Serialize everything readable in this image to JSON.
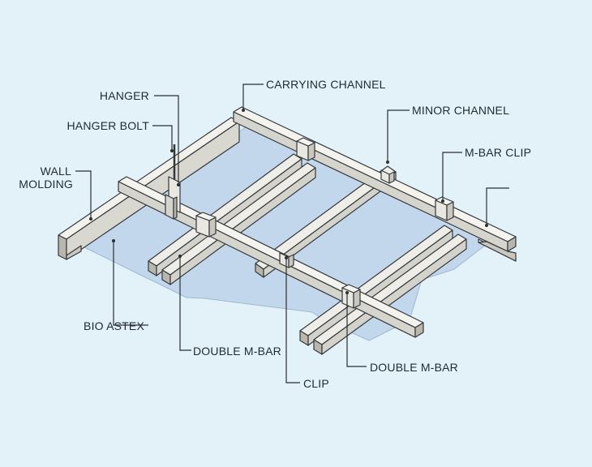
{
  "labels": {
    "hanger": "HANGER",
    "hanger_bolt": "HANGER BOLT",
    "wall_molding_1": "WALL",
    "wall_molding_2": "MOLDING",
    "bio_astex": "BIO ASTEX",
    "double_mbar_1": "DOUBLE M-BAR",
    "carrying_channel": "CARRYING CHANNEL",
    "minor_channel": "MINOR CHANNEL",
    "mbar_clip": "M-BAR CLIP",
    "clip": "CLIP",
    "double_mbar_2": "DOUBLE M-BAR"
  },
  "colors": {
    "background": "#e3f1f8",
    "panel": "#c2d7ec",
    "metal": "#e4e3dc",
    "metal_side": "#b9b7ad",
    "outline": "#33383c",
    "leader": "#2b2f33"
  }
}
